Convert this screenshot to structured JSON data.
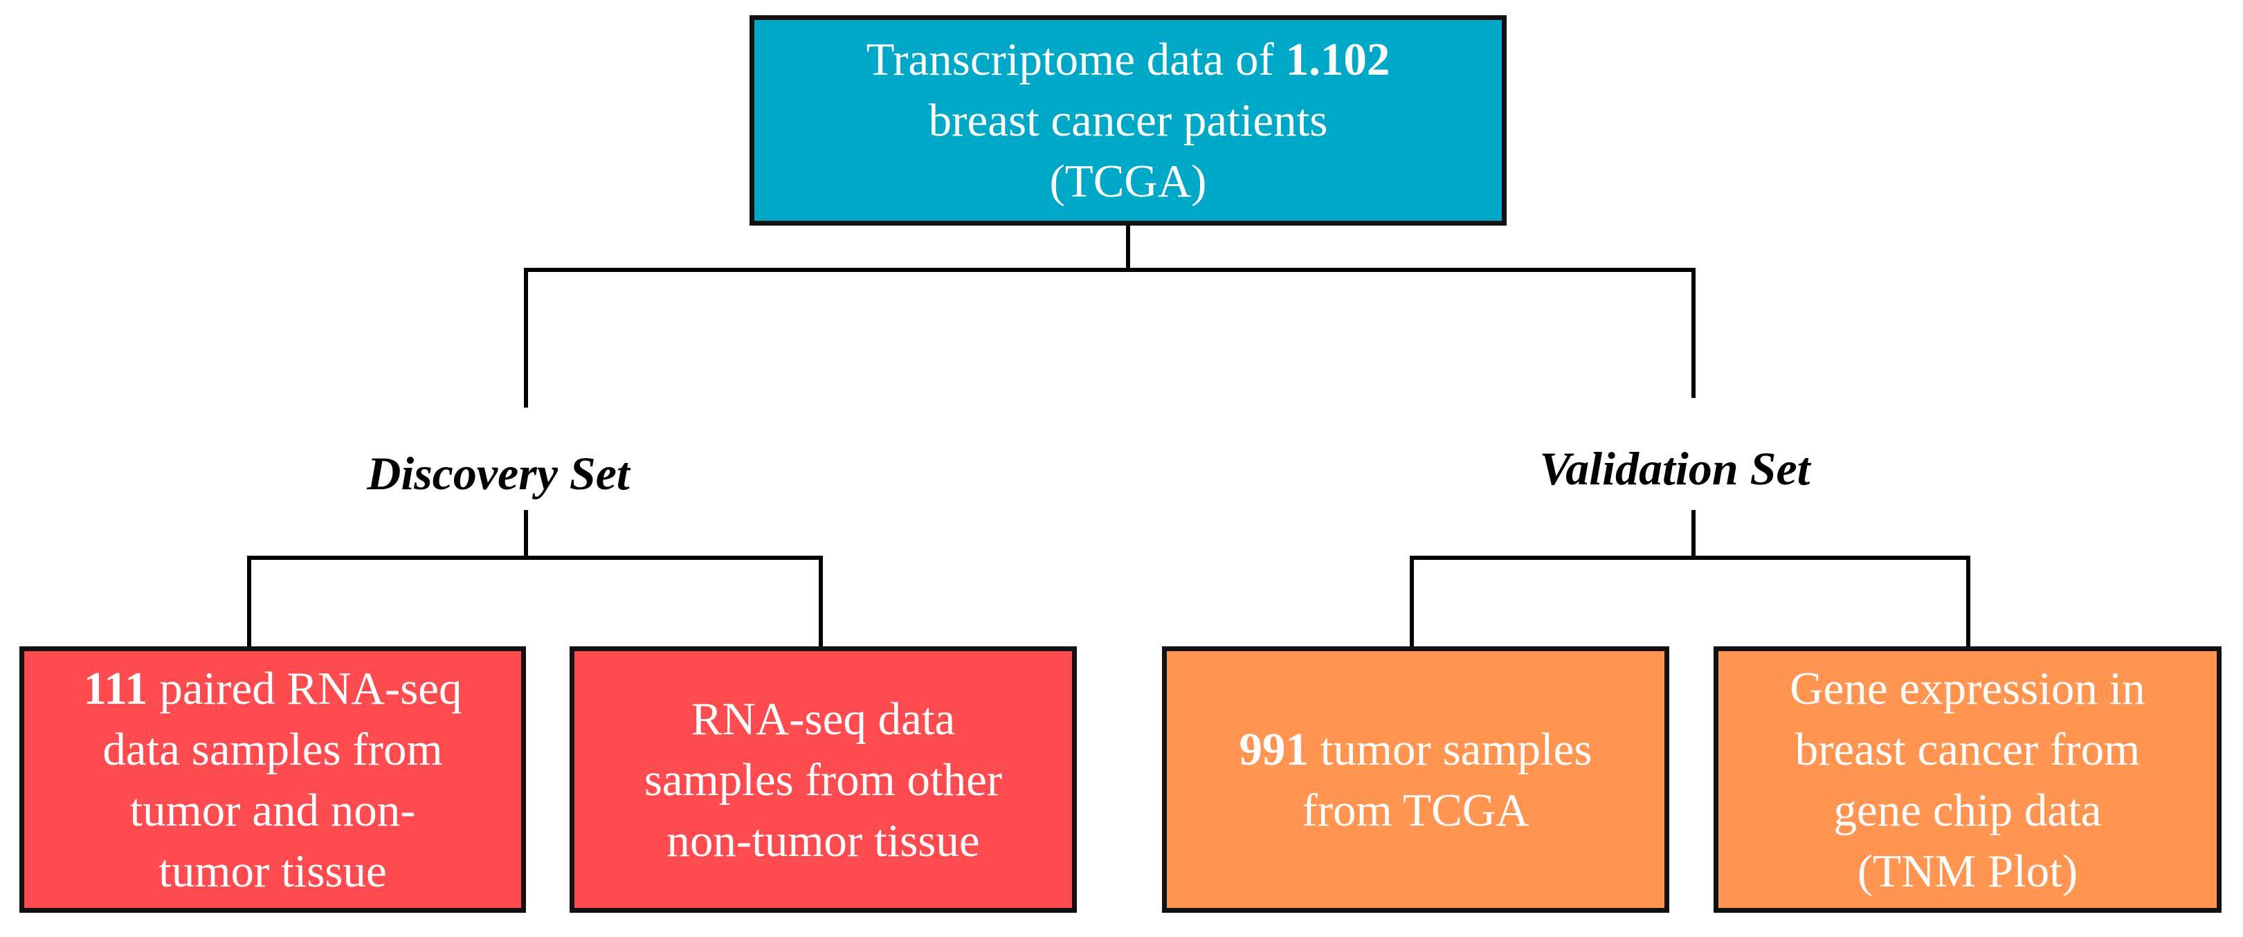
{
  "root": {
    "line1_a": "Transcriptome data of ",
    "line1_b": "1.102",
    "line2": "breast cancer patients",
    "line3": "(TCGA)"
  },
  "discovery": {
    "label": "Discovery Set",
    "box1": {
      "num": "111",
      "line1_rest": " paired RNA-seq",
      "line2": "data samples from",
      "line3": "tumor and non-",
      "line4": "tumor tissue"
    },
    "box2": {
      "line1": "RNA-seq data",
      "line2": "samples from other",
      "line3": "non-tumor tissue"
    }
  },
  "validation": {
    "label": "Validation Set",
    "box1": {
      "num": "991",
      "line1_rest": " tumor samples",
      "line2": "from TCGA"
    },
    "box2": {
      "line1": "Gene expression in",
      "line2": "breast cancer from",
      "line3": "gene chip data",
      "line4": "(TNM Plot)"
    }
  },
  "colors": {
    "root_fill": "#00a8c8",
    "discovery_fill": "#fe4b50",
    "validation_fill": "#ff9551",
    "border": "#111111",
    "box_text": "#ffffff",
    "label_text": "#000000"
  }
}
